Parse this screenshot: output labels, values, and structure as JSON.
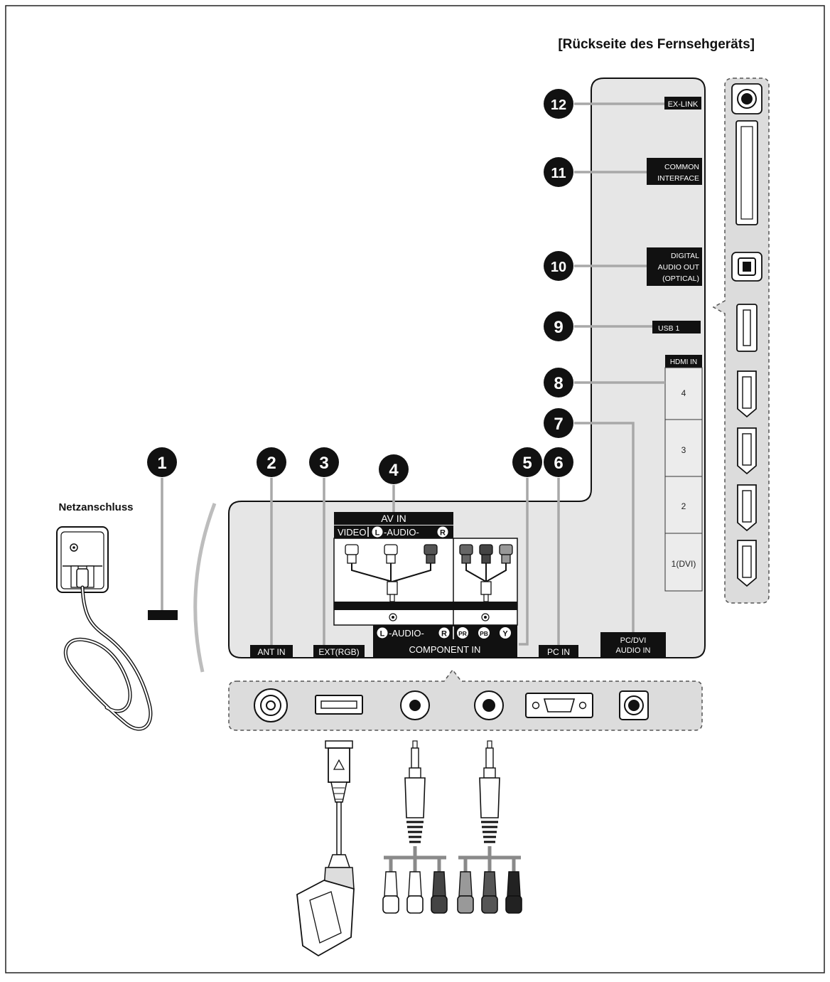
{
  "title": "[Rückseite des Fernsehgeräts]",
  "power_label": "Netzanschluss",
  "callouts": [
    {
      "id": "power-cord",
      "number": "1"
    },
    {
      "id": "ant-in",
      "number": "2"
    },
    {
      "id": "ext-rgb",
      "number": "3"
    },
    {
      "id": "av-in",
      "number": "4"
    },
    {
      "id": "component-in",
      "number": "5"
    },
    {
      "id": "pc-in",
      "number": "6"
    },
    {
      "id": "pc-dvi-audio-in",
      "number": "7"
    },
    {
      "id": "hdmi-in",
      "number": "8"
    },
    {
      "id": "usb",
      "number": "9"
    },
    {
      "id": "digital-audio-out",
      "number": "10"
    },
    {
      "id": "common-interface",
      "number": "11"
    },
    {
      "id": "ex-link",
      "number": "12"
    }
  ],
  "side_panel": {
    "ex_link": "EX-LINK",
    "common_interface": [
      "COMMON",
      "INTERFACE"
    ],
    "digital_audio": [
      "DIGITAL",
      "AUDIO OUT",
      "(OPTICAL)"
    ],
    "usb": "USB 1",
    "hdmi_header": "HDMI IN",
    "hdmi_ports": [
      "4",
      "3",
      "2",
      "1(DVI)"
    ]
  },
  "bottom_panel": {
    "ant_in": "ANT IN",
    "ext_rgb": "EXT(RGB)",
    "av_in": "AV IN",
    "av_video": "VIDEO",
    "av_audio": "-AUDIO-",
    "comp_audio": "-AUDIO-",
    "letter_l": "L",
    "letter_r": "R",
    "comp_pr": "PR",
    "comp_pb": "PB",
    "comp_y": "Y",
    "component_in": "COMPONENT IN",
    "pc_in": "PC IN",
    "pc_dvi_audio_in": [
      "PC/DVI",
      "AUDIO IN"
    ]
  },
  "colors": {
    "panel_fill": "#e6e6e6",
    "label_bg": "#111111",
    "callout_fill": "#111111",
    "leader_line": "#a8a8a8"
  }
}
